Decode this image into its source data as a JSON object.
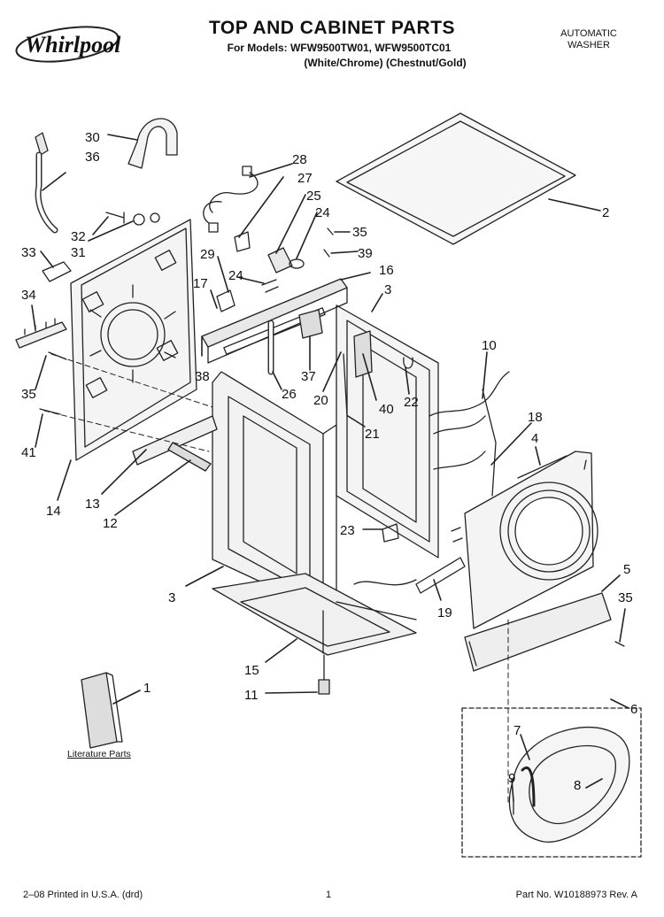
{
  "header": {
    "brand": "Whirlpool",
    "title": "TOP AND CABINET PARTS",
    "models_line": "For Models: WFW9500TW01, WFW9500TC01",
    "colors_line": "(White/Chrome) (Chestnut/Gold)",
    "product_line1": "AUTOMATIC",
    "product_line2": "WASHER"
  },
  "literature_label": "Literature Parts",
  "callouts": [
    "30",
    "36",
    "32",
    "31",
    "33",
    "34",
    "35",
    "41",
    "14",
    "13",
    "12",
    "28",
    "27",
    "25",
    "24",
    "29",
    "17",
    "24",
    "38",
    "26",
    "37",
    "35",
    "39",
    "16",
    "3",
    "2",
    "20",
    "40",
    "22",
    "21",
    "10",
    "18",
    "4",
    "23",
    "3",
    "19",
    "5",
    "35",
    "15",
    "11",
    "1",
    "6",
    "7",
    "9",
    "8"
  ],
  "footer": {
    "left": "2–08 Printed in U.S.A. (drd)",
    "center": "1",
    "right": "Part No. W10188973 Rev. A"
  },
  "colors": {
    "line": "#222222",
    "fill": "#f2f2f2",
    "shade": "#d9d9d9"
  }
}
